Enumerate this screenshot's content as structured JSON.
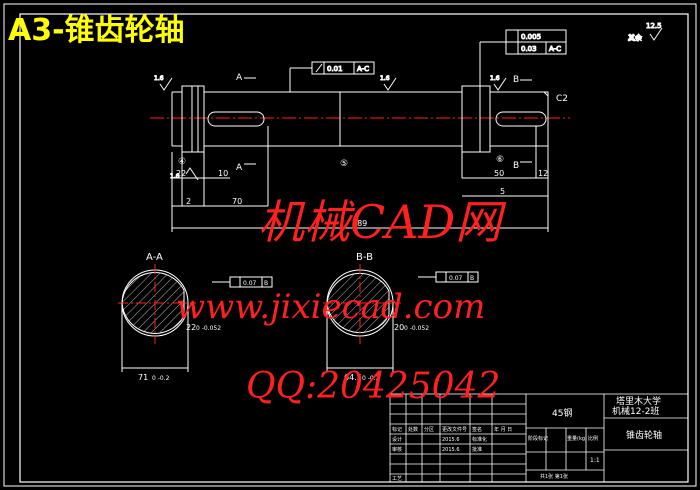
{
  "title": "A3-锥齿轮轴",
  "watermark": {
    "line1": "机械CAD网",
    "line2": "www.jixiecad.com",
    "line3": "QQ:20425042"
  },
  "colors": {
    "background": "#000000",
    "line_white": "#ffffff",
    "dimension_cyan": "#00ffff",
    "centerline_red": "#ff2020",
    "section_green": "#00ff00",
    "title_yellow": "#ffff00"
  },
  "main_view": {
    "section_labels": [
      "A",
      "A",
      "B",
      "B"
    ],
    "chamfer_label": "C2",
    "roughness": [
      "1.6",
      "1.6",
      "1.6",
      "1.6"
    ],
    "top_roughness": "12.5",
    "top_roughness_note": "其余",
    "runout_left": {
      "value": "0.01",
      "datum": "A-C"
    },
    "runout_right": {
      "row1": "0.005",
      "row2": "0.03",
      "datum": "A-C"
    },
    "dims_bottom": [
      "22",
      "10",
      "2",
      "70",
      "50",
      "12",
      "5",
      "189"
    ],
    "datum_markers": [
      "④",
      "⑤",
      "⑥"
    ]
  },
  "section_aa": {
    "label": "A-A",
    "tol_label": "0.07",
    "tol_datum": "B",
    "width_dim": "22",
    "width_tol": "0 -0.052",
    "dia_dim": "71",
    "dia_tol": "0 -0.2"
  },
  "section_bb": {
    "label": "B-B",
    "tol_label": "0.07",
    "tol_datum": "B",
    "width_dim": "20",
    "width_tol": "0 -0.052",
    "dia_dim": "64.5",
    "dia_tol": "0 -0.2"
  },
  "title_block": {
    "material": "45钢",
    "school": "塔里木大学",
    "class": "机械12-2班",
    "part_name": "锥齿轮轴",
    "scale": "1:1",
    "headers_row1": [
      "标记",
      "处数",
      "分区",
      "更改文件号",
      "签名",
      "年 月 日"
    ],
    "row_design": [
      "设计",
      "",
      "",
      "",
      "标准化"
    ],
    "row_check": [
      "审核",
      "",
      "",
      "",
      "批准"
    ],
    "process": "工艺",
    "stage_headers": [
      "阶段标记",
      "重量(kg)",
      "比例"
    ],
    "design_date": "2015.6",
    "review_date": "2015.6",
    "sheet": "共1张 第1张"
  }
}
